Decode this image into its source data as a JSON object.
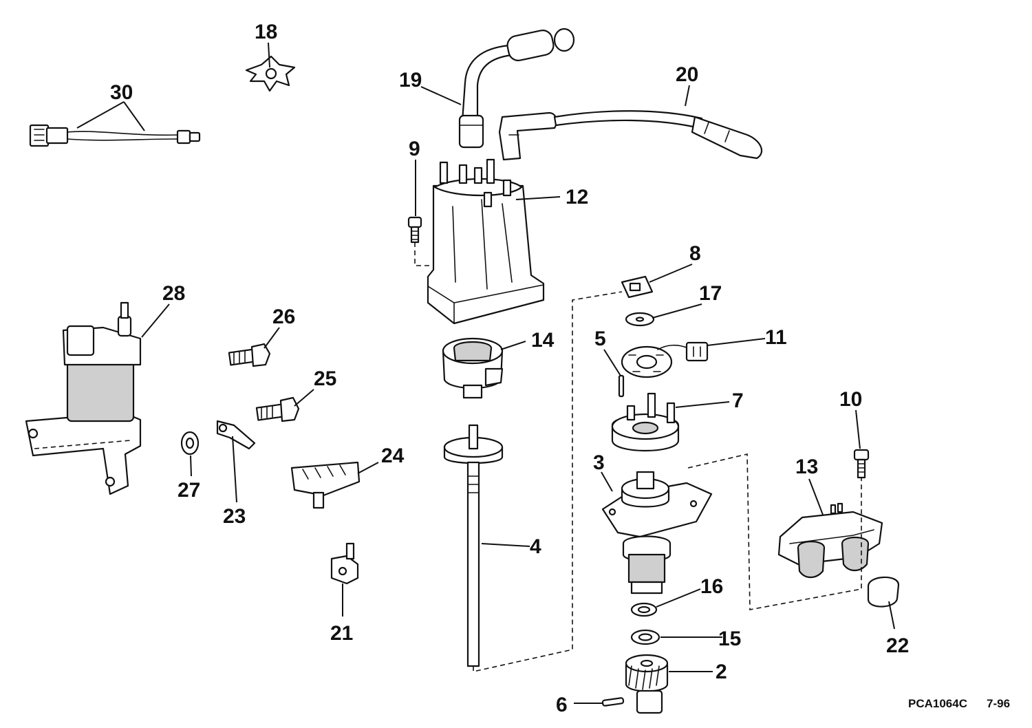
{
  "callouts": {
    "c2": "2",
    "c3": "3",
    "c4": "4",
    "c5": "5",
    "c6": "6",
    "c7": "7",
    "c8": "8",
    "c9": "9",
    "c10": "10",
    "c11": "11",
    "c12": "12",
    "c13": "13",
    "c14": "14",
    "c15": "15",
    "c16": "16",
    "c17": "17",
    "c18": "18",
    "c19": "19",
    "c20": "20",
    "c21": "21",
    "c22": "22",
    "c23": "23",
    "c24": "24",
    "c25": "25",
    "c26": "26",
    "c27": "27",
    "c28": "28",
    "c30": "30"
  },
  "footer": {
    "drawing_code": "PCA1064C",
    "date": "7-96"
  }
}
